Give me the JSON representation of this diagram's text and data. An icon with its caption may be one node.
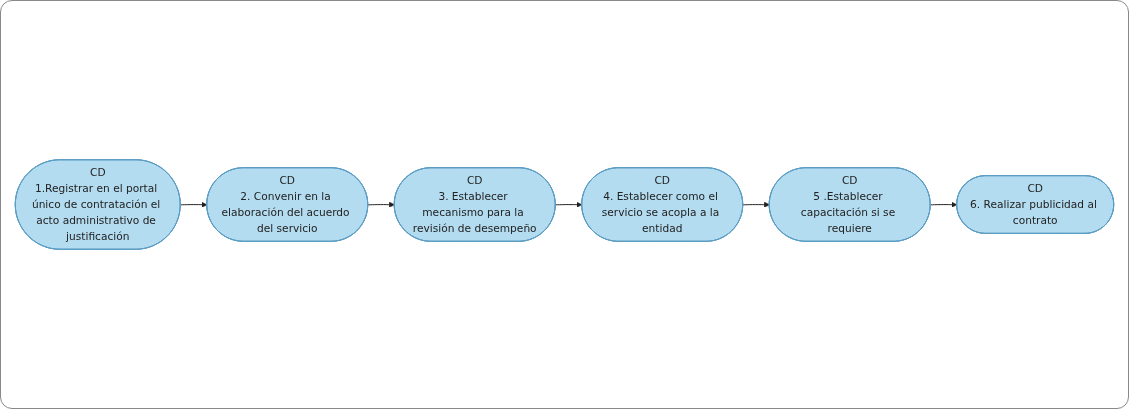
{
  "diagram": {
    "nodes": [
      {
        "text": [
          "CD",
          "1.Registrar en el portal único de contratación el acto administrativo de justificación"
        ]
      },
      {
        "text": [
          "CD",
          "2. Convenir en la elaboración del acuerdo del servicio"
        ]
      },
      {
        "text": [
          "CD",
          "3. Establecer mecanismo para la revisión de desempeño"
        ]
      },
      {
        "text": [
          "CD",
          "4. Establecer como el servicio se acopla a la entidad"
        ]
      },
      {
        "text": [
          "CD",
          "5 .Establecer capacitación si se requiere"
        ]
      },
      {
        "text": [
          "CD",
          "6. Realizar publicidad al contrato"
        ]
      }
    ],
    "edges": [
      {
        "from": 0,
        "to": 1,
        "arrow": "to"
      },
      {
        "from": 1,
        "to": 2,
        "arrow": "to"
      },
      {
        "from": 2,
        "to": 3,
        "arrow": "to"
      },
      {
        "from": 3,
        "to": 4,
        "arrow": "to"
      },
      {
        "from": 4,
        "to": 5,
        "arrow": "to"
      }
    ]
  }
}
